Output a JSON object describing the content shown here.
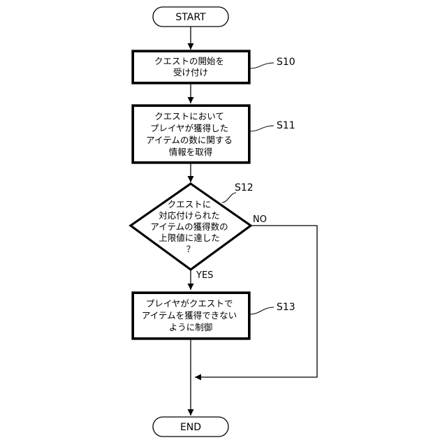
{
  "flowchart": {
    "start": "START",
    "end": "END",
    "steps": [
      {
        "id": "S10",
        "lines": [
          "クエストの開始を",
          "受け付け"
        ]
      },
      {
        "id": "S11",
        "lines": [
          "クエストにおいて",
          "プレイヤが獲得した",
          "アイテムの数に関する",
          "情報を取得"
        ]
      },
      {
        "id": "S12",
        "lines": [
          "クエストに",
          "対応付けられた",
          "アイテムの獲得数の",
          "上限値に達した",
          "？"
        ]
      },
      {
        "id": "S13",
        "lines": [
          "プレイヤがクエストで",
          "アイテムを獲得できない",
          "ように制御"
        ]
      }
    ],
    "branches": {
      "no": "NO",
      "yes": "YES"
    }
  }
}
